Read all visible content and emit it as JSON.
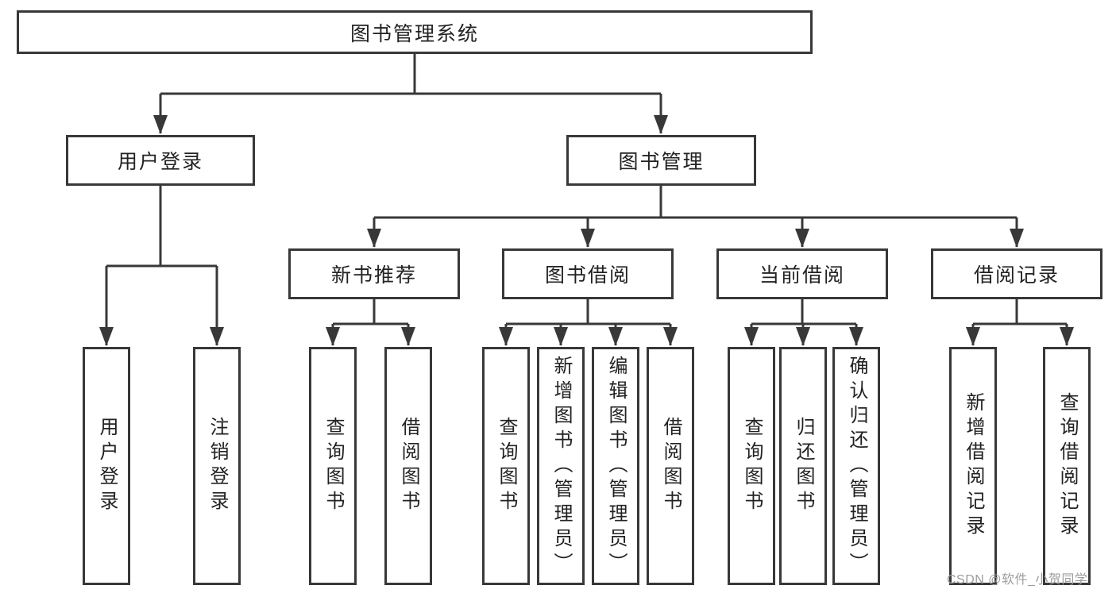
{
  "colors": {
    "background": "#ffffff",
    "line": "#383838",
    "box_border": "#383838",
    "text": "#222222",
    "watermark": "#9c9c9c"
  },
  "watermark": {
    "text": "CSDN @软件_小贺同学"
  },
  "tree": {
    "root": {
      "label": "图书管理系统"
    },
    "level2": [
      {
        "label": "用户登录"
      },
      {
        "label": "图书管理"
      }
    ],
    "level3": [
      {
        "label": "新书推荐"
      },
      {
        "label": "图书借阅"
      },
      {
        "label": "当前借阅"
      },
      {
        "label": "借阅记录"
      }
    ],
    "leaves": {
      "user_login": [
        {
          "label": "用户登录"
        },
        {
          "label": "注销登录"
        }
      ],
      "new_book_recommend": [
        {
          "label": "查询图书"
        },
        {
          "label": "借阅图书"
        }
      ],
      "book_borrowing": [
        {
          "label": "查询图书"
        },
        {
          "label": "新增图书（管理员）"
        },
        {
          "label": "编辑图书（管理员）"
        },
        {
          "label": "借阅图书"
        }
      ],
      "current_borrowing": [
        {
          "label": "查询图书"
        },
        {
          "label": "归还图书"
        },
        {
          "label": "确认归还（管理员）"
        }
      ],
      "borrowing_records": [
        {
          "label": "新增借阅记录"
        },
        {
          "label": "查询借阅记录"
        }
      ]
    }
  }
}
